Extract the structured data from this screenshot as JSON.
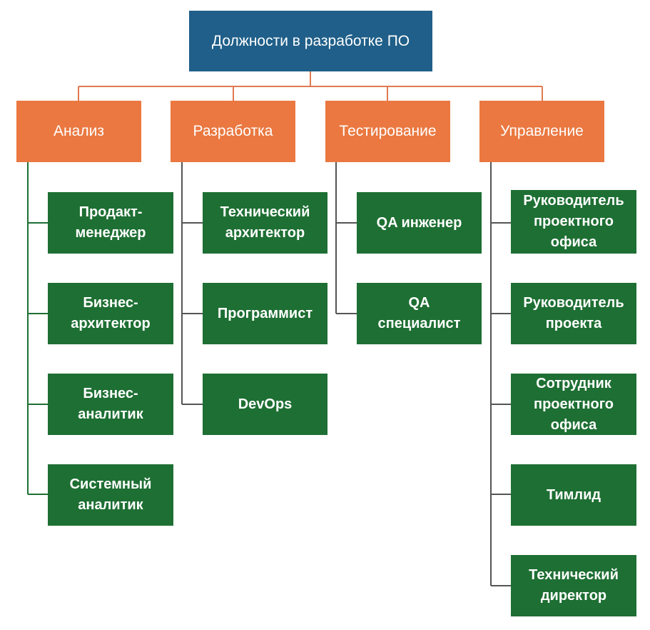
{
  "colors": {
    "root": "#1f5f89",
    "category": "#ea7840",
    "leaf": "#1e6f33",
    "analysis_connector": "#1e6f33",
    "root_connector": "#e07a50",
    "other_connector": "#555555"
  },
  "diagram": {
    "root": "Должности в разработке ПО",
    "categories": [
      {
        "label": "Анализ",
        "roles": [
          "Продакт-\nменеджер",
          "Бизнес-\nархитектор",
          "Бизнес-\nаналитик",
          "Системный\nаналитик"
        ]
      },
      {
        "label": "Разработка",
        "roles": [
          "Технический\nархитектор",
          "Программист",
          "DevOps"
        ]
      },
      {
        "label": "Тестирование",
        "roles": [
          "QA инженер",
          "QA\nспециалист"
        ]
      },
      {
        "label": "Управление",
        "roles": [
          "Руководитель\nпроектного\nофиса",
          "Руководитель\nпроекта",
          "Сотрудник\nпроектного\nофиса",
          "Тимлид",
          "Технический\nдиректор"
        ]
      }
    ]
  }
}
